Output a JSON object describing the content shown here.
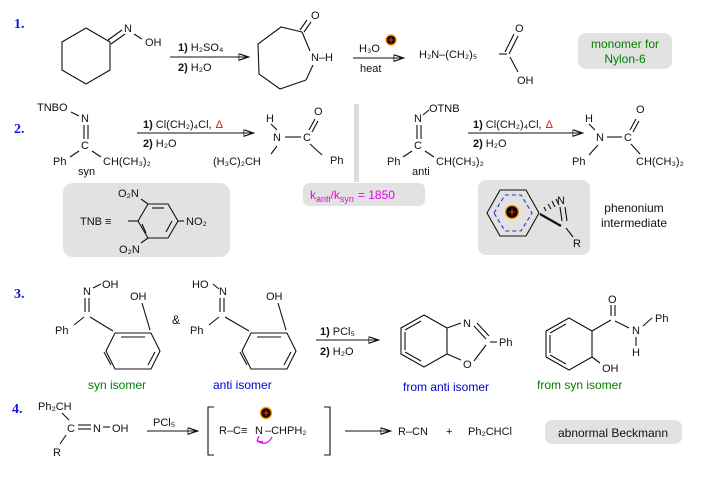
{
  "colors": {
    "step_number_blue": "#1414e6",
    "label_green": "#008000",
    "label_blue": "#0000cc",
    "ratio_magenta": "#ee00ee",
    "delta_red": "#dd1111",
    "plus_orange": "#ff9900",
    "box_gray": "#e2e2e2"
  },
  "step1": {
    "num": "1.",
    "oxime": {
      "n": "N",
      "oh": "OH"
    },
    "arrow1": {
      "l1b": "1)",
      "l1": "H₂SO₄",
      "l2b": "2)",
      "l2": "H₂O"
    },
    "lactam": {
      "o": "O",
      "nh": "N–H"
    },
    "arrow2": {
      "reagent": "H₃O",
      "plus": "⊕",
      "condition": "heat"
    },
    "product": {
      "chain": "H₂N–(CH₂)₅",
      "o": "O",
      "oh": "OH"
    },
    "note": {
      "line1": "monomer for",
      "line2": "Nylon-6"
    }
  },
  "step2": {
    "num": "2.",
    "syn": {
      "tnbo": "TNBO",
      "n": "N",
      "c": "C",
      "ph": "Ph",
      "alkyl": "CH(CH₃)₂",
      "tag": "syn"
    },
    "arrow": {
      "l1b": "1)",
      "l1": "Cl(CH₂)₄Cl,",
      "delta": "Δ",
      "l2b": "2)",
      "l2": "H₂O"
    },
    "amideL": {
      "h": "H",
      "n": "N",
      "c": "C",
      "o": "O",
      "alkyl": "(H₃C)₂CH",
      "ph": "Ph"
    },
    "anti": {
      "otnb": "OTNB",
      "n": "N",
      "c": "C",
      "ph": "Ph",
      "alkyl": "CH(CH₃)₂",
      "tag": "anti"
    },
    "amideR": {
      "h": "H",
      "n": "N",
      "c": "C",
      "o": "O",
      "ph": "Ph",
      "alkyl": "CH(CH₃)₂"
    },
    "tnb": {
      "label": "TNB ≡",
      "no2_top": "O₂N",
      "no2_right": "NO₂",
      "no2_bottom": "O₂N"
    },
    "ratio": {
      "k1": "k",
      "s1": "anti",
      "k2": "/k",
      "s2": "syn",
      "eq": "= 1850"
    },
    "phenonium": {
      "plus": "⊕",
      "n": "N",
      "r": "R",
      "caption1": "phenonium",
      "caption2": "intermediate"
    }
  },
  "step3": {
    "num": "3.",
    "syn": {
      "n": "N",
      "oh_oxime": "OH",
      "oh_phenol": "OH",
      "ph": "Ph",
      "tag": "syn isomer"
    },
    "amp": "&",
    "anti": {
      "ho": "HO",
      "n": "N",
      "oh_phenol": "OH",
      "ph": "Ph",
      "tag": "anti isomer"
    },
    "arrow": {
      "l1b": "1)",
      "l1": "PCl₅",
      "l2b": "2)",
      "l2": "H₂O"
    },
    "benzoxazole": {
      "n": "N",
      "o": "O",
      "ph": "Ph",
      "tag": "from anti isomer"
    },
    "anilide": {
      "o": "O",
      "n": "N",
      "h": "H",
      "ph": "Ph",
      "oh": "OH",
      "tag": "from syn isomer"
    }
  },
  "step4": {
    "num": "4.",
    "reactant": {
      "top": "Ph₂CH",
      "c": "C",
      "n": "N",
      "oh": "OH",
      "r": "R"
    },
    "arrow_label": "PCl₅",
    "intermediate": {
      "pre": "R–C≡",
      "n": "N",
      "post": "–CHPH₂",
      "plus": "⊕"
    },
    "products": {
      "p1": "R–CN",
      "plus": "+",
      "p2": "Ph₂CHCl"
    },
    "note": "abnormal Beckmann"
  }
}
